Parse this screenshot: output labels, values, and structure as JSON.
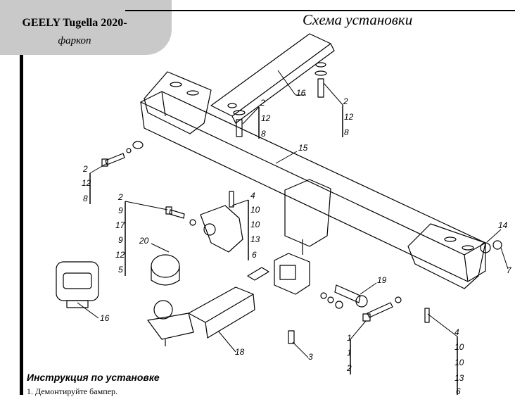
{
  "header": {
    "model": "GEELY Tugella 2020-",
    "product": "фаркоп"
  },
  "scheme_title": "Схема установки",
  "instructions": {
    "title": "Инструкция по установке",
    "steps": [
      "1. Демонтируйте бампер."
    ]
  },
  "callouts": {
    "c16_top": "16",
    "c2_tr": [
      "2",
      "12",
      "8"
    ],
    "c2_tc": [
      "2",
      "12",
      "8"
    ],
    "c15": "15",
    "c2_left": [
      "2",
      "12",
      "8"
    ],
    "c2_mid": [
      "2",
      "9",
      "17",
      "9",
      "12",
      "5"
    ],
    "c4_mid": [
      "4",
      "10",
      "10",
      "13",
      "6"
    ],
    "c20": "20",
    "c14": "14",
    "c7": "7",
    "c19": "19",
    "c1": [
      "1",
      "1",
      "2"
    ],
    "c4_br": [
      "4",
      "10",
      "10",
      "13",
      "6"
    ],
    "c16_ctrl": "16",
    "c18": "18",
    "c3": "3"
  }
}
